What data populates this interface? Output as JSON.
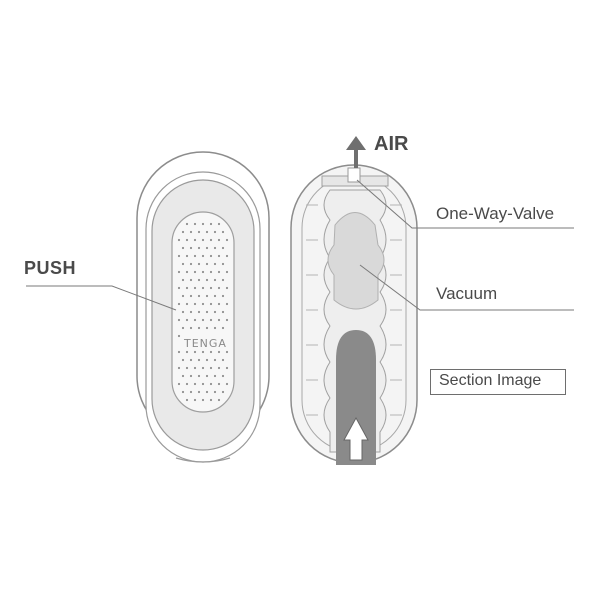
{
  "labels": {
    "push": "PUSH",
    "air": "AIR",
    "valve": "One-Way-Valve",
    "vacuum": "Vacuum",
    "section": "Section Image"
  },
  "logo": {
    "text": "TENGA"
  },
  "colors": {
    "outline": "#8c8c8c",
    "body_fill": "#e9e9e9",
    "inner_fill": "#f3f3f3",
    "dark_fill": "#8a8a8a",
    "text": "#4a4a4a"
  }
}
